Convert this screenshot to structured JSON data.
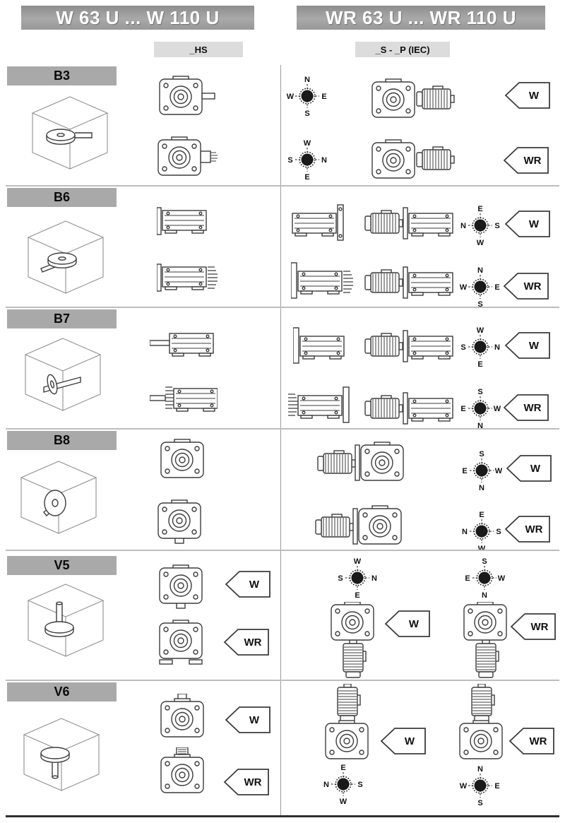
{
  "header": {
    "left": "W 63 U ... W 110 U",
    "right": "WR 63 U ... WR 110 U"
  },
  "columns": {
    "hs": "_HS",
    "iec": "_S - _P (IEC)"
  },
  "colors": {
    "banner_gray": "#999999",
    "row_label_gray": "#a9a9a9",
    "col_label_gray": "#dcdcdc",
    "line_art": "#3c3c3c"
  },
  "rows": {
    "b3": {
      "label": "B3",
      "compass1": {
        "top": "N",
        "right": "E",
        "bottom": "S",
        "left": "W"
      },
      "compass2": {
        "top": "W",
        "right": "N",
        "bottom": "E",
        "left": "S"
      },
      "tag1": "W",
      "tag2": "WR"
    },
    "b6": {
      "label": "B6",
      "compass1": {
        "top": "E",
        "right": "S",
        "bottom": "W",
        "left": "N"
      },
      "compass2": {
        "top": "N",
        "right": "E",
        "bottom": "S",
        "left": "W"
      },
      "tag1": "W",
      "tag2": "WR"
    },
    "b7": {
      "label": "B7",
      "compass1": {
        "top": "W",
        "right": "N",
        "bottom": "E",
        "left": "S"
      },
      "compass2": {
        "top": "S",
        "right": "W",
        "bottom": "N",
        "left": "E"
      },
      "tag1": "W",
      "tag2": "WR"
    },
    "b8": {
      "label": "B8",
      "compass1": {
        "top": "S",
        "right": "W",
        "bottom": "N",
        "left": "E"
      },
      "compass2": {
        "top": "E",
        "right": "S",
        "bottom": "W",
        "left": "N"
      },
      "tag1": "W",
      "tag2": "WR"
    },
    "v5": {
      "label": "V5",
      "hs_tag1": "W",
      "hs_tag2": "WR",
      "compass1": {
        "top": "W",
        "right": "N",
        "bottom": "E",
        "left": "S"
      },
      "compass2": {
        "top": "S",
        "right": "W",
        "bottom": "N",
        "left": "E"
      },
      "tag1": "W",
      "tag2": "WR"
    },
    "v6": {
      "label": "V6",
      "hs_tag1": "W",
      "hs_tag2": "WR",
      "compass1": {
        "top": "E",
        "right": "S",
        "bottom": "W",
        "left": "N"
      },
      "compass2": {
        "top": "N",
        "right": "E",
        "bottom": "S",
        "left": "W"
      },
      "tag1": "W",
      "tag2": "WR"
    }
  }
}
